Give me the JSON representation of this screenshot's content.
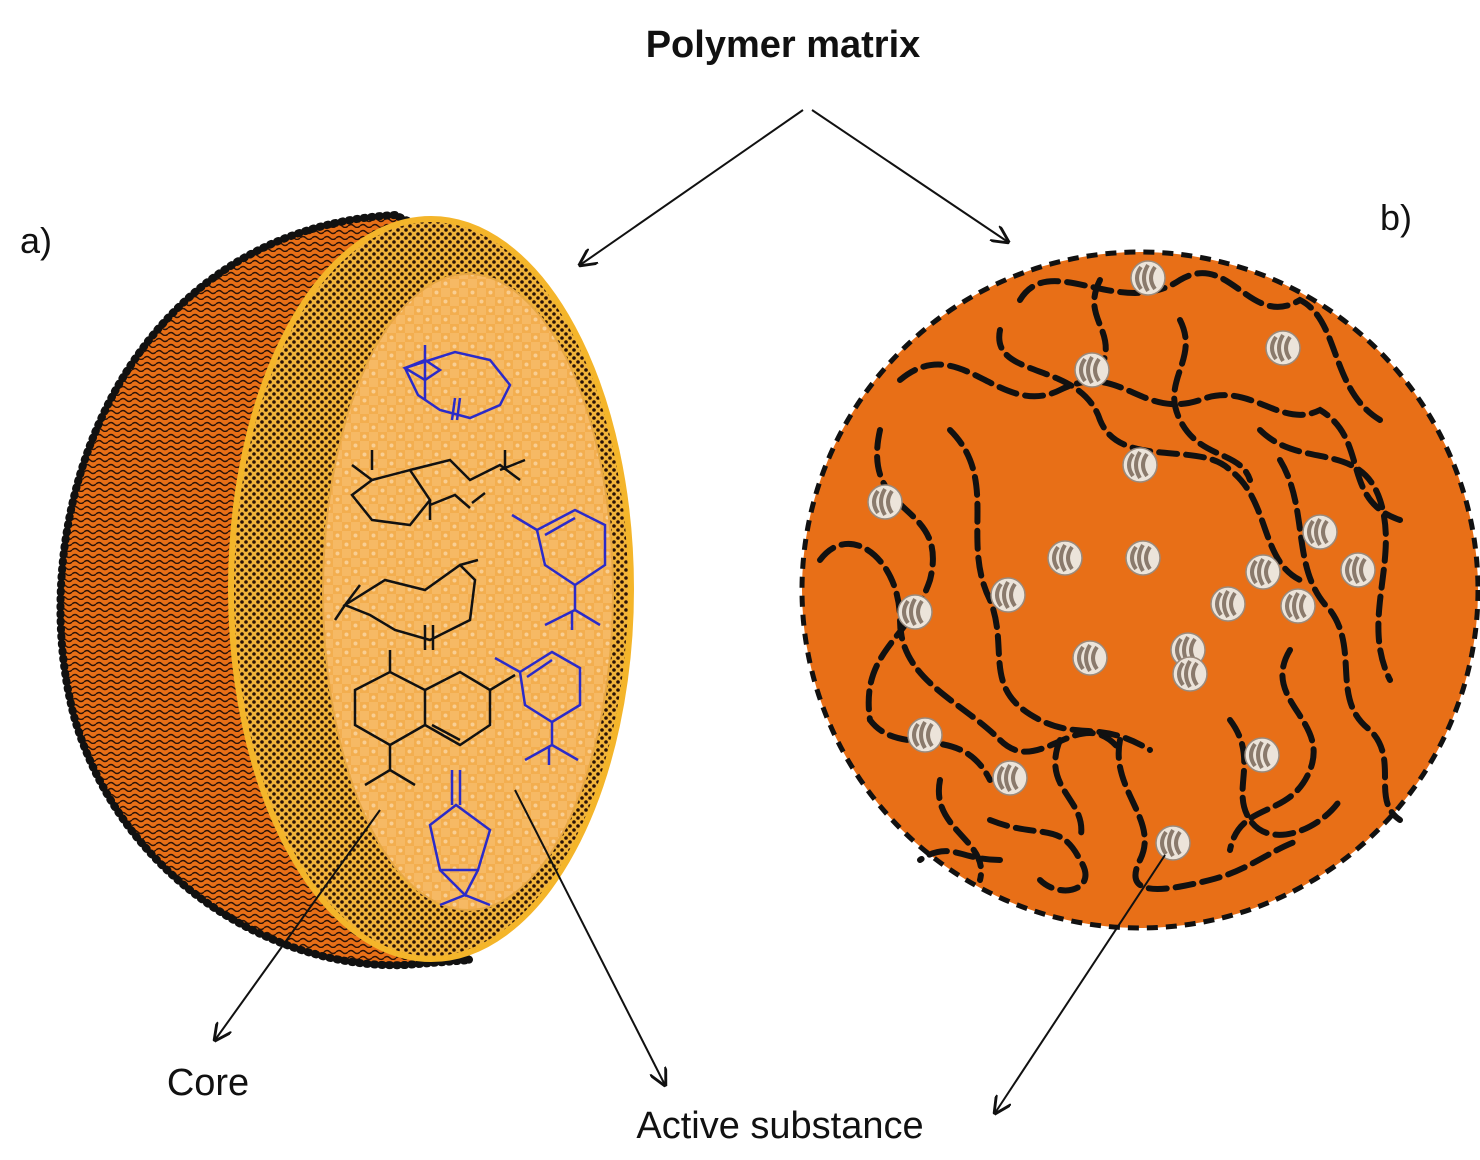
{
  "title": "Polymer matrix",
  "panel_a_label": "a)",
  "panel_b_label": "b)",
  "labels": {
    "core": "Core",
    "active_substance": "Active substance"
  },
  "colors": {
    "orange": "#E86F17",
    "shell_yellow": "#F4B52A",
    "core_fill": "#F7BE6A",
    "dark": "#111111",
    "molecule_blue": "#2B2BC9",
    "particle_grey": "#B8ABA0"
  }
}
